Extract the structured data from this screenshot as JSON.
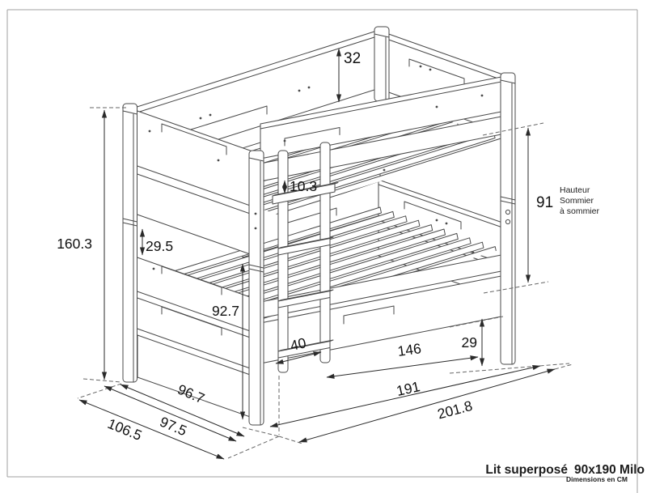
{
  "drawing": {
    "product_title": "Lit superposé",
    "product_variant": "90x190 Milo",
    "units_note": "Dimensions en CM"
  },
  "annotation": {
    "line1": "Hauteur",
    "line2": "Sommier",
    "line3": "à sommier"
  },
  "dimensions": {
    "guard_above_slats": "32",
    "total_height": "160.3",
    "left_rail_gap": "29.5",
    "ladder_hook_gap": "10.3",
    "lower_guard_height": "92.7",
    "ladder_width": "40",
    "front_rail_length": "146",
    "under_bed_clearance": "29",
    "slat_to_slat_height": "91",
    "width_posts": "96.7",
    "width_frame": "97.5",
    "width_total": "106.5",
    "length_frame": "191",
    "length_total": "201.8"
  }
}
